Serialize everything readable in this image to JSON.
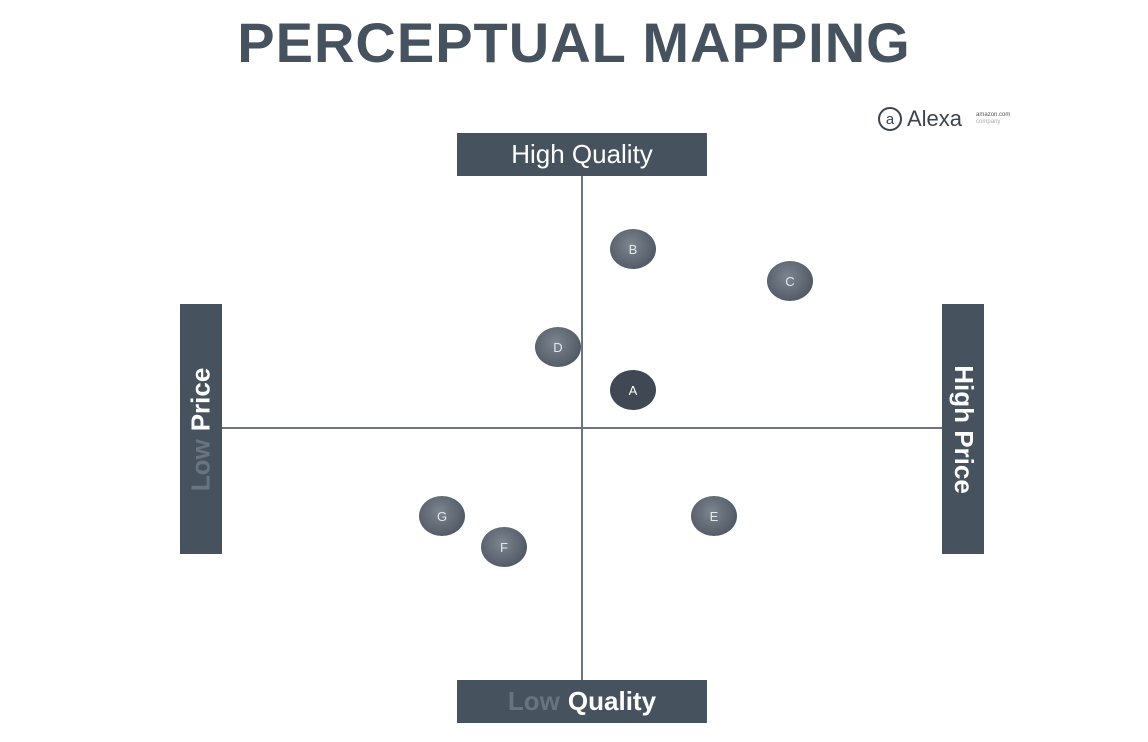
{
  "title": "PERCEPTUAL MAPPING",
  "logo": {
    "mark": "a",
    "name": "Alexa",
    "sub_line1": "amazon.com",
    "sub_line2": "company",
    "icon": "alexa-at-icon"
  },
  "axes": {
    "top": "High Quality",
    "bottom_prefix": "Low",
    "bottom_main": "Quality",
    "left_prefix": "Low",
    "left_main": "Price",
    "right": "High Price"
  },
  "markers": [
    {
      "label": "A"
    },
    {
      "label": "B"
    },
    {
      "label": "C"
    },
    {
      "label": "D"
    },
    {
      "label": "E"
    },
    {
      "label": "F"
    },
    {
      "label": "G"
    }
  ]
}
